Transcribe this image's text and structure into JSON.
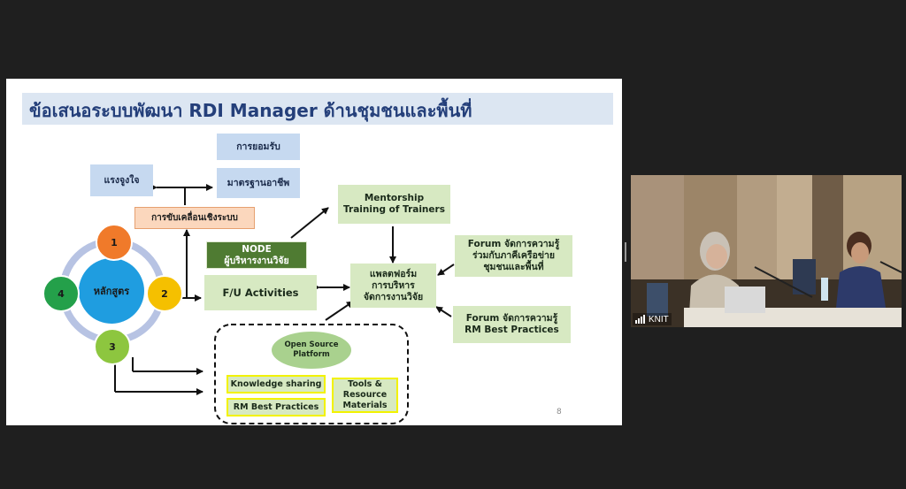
{
  "slide": {
    "title": "ข้อเสนอระบบพัฒนา RDI Manager ด้านชุมชนและพื้นที่",
    "page_number": "8",
    "boxes": {
      "recognition": "การยอมรับ",
      "motivation": "แรงจูงใจ",
      "professional_standard": "มาตรฐานอาชีพ",
      "system_drive": "การขับเคลื่อนเชิงระบบ",
      "node_line1": "NODE",
      "node_line2": "ผู้บริหารงานวิจัย",
      "fu_activities": "F/U Activities",
      "mentorship_line1": "Mentorship",
      "mentorship_line2": "Training of Trainers",
      "platform_line1": "แพลตฟอร์ม",
      "platform_line2": "การบริหาร",
      "platform_line3": "จัดการงานวิจัย",
      "forum1_line1": "Forum จัดการความรู้",
      "forum1_line2": "ร่วมกับภาคีเครือข่าย",
      "forum1_line3": "ชุมชนและพื้นที่",
      "forum2_line1": "Forum จัดการความรู้",
      "forum2_line2": "RM Best Practices",
      "open_source_line1": "Open Source",
      "open_source_line2": "Platform",
      "knowledge_sharing": "Knowledge sharing",
      "rm_best_practices": "RM Best Practices",
      "tools_line1": "Tools &",
      "tools_line2": "Resource",
      "tools_line3": "Materials"
    },
    "cycle": {
      "center": "หลักสูตร",
      "n1": "1",
      "n2": "2",
      "n3": "3",
      "n4": "4"
    },
    "colors": {
      "title_text": "#243f7a",
      "title_bg": "#dce6f2",
      "blue_box": "#c6d9f0",
      "green_box": "#d7e9c2",
      "node_box": "#4f7b32",
      "system_drive_box": "#fbd7bd",
      "yellow_border": "#f2f200",
      "circle_center": "#1f9de0",
      "circle1": "#f07a2a",
      "circle2": "#f5c000",
      "circle3": "#8dc63f",
      "circle4": "#24a04a"
    }
  },
  "video": {
    "participant_name": "KNIT",
    "icon": "signal-bars-icon"
  }
}
